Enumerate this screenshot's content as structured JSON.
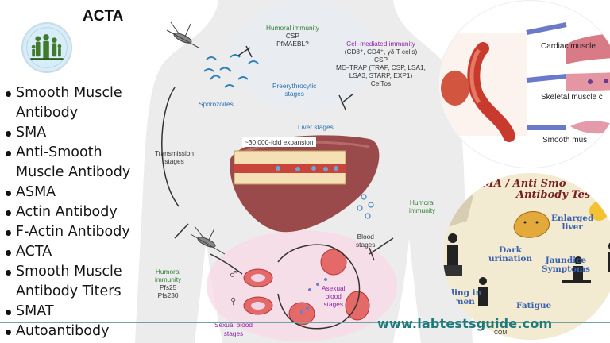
{
  "title": "ACTA",
  "synonyms": [
    "Smooth Muscle Antibody",
    "SMA",
    "Anti-Smooth Muscle Antibody",
    "ASMA",
    "Actin Antibody",
    "F-Actin Antibody",
    "ACTA",
    "Smooth Muscle Antibody Titers",
    "SMAT",
    "Autoantibody"
  ],
  "diagram": {
    "humoral_top": {
      "heading": "Humoral immunity",
      "line1": "CSP",
      "line2": "PfMAEBL?"
    },
    "cell_mediated": {
      "heading": "Cell-mediated immunity",
      "line1": "(CD8⁺, CD4⁺, γδ T cells)",
      "line2": "CSP",
      "line3": "ME–TRAP (TRAP, CSP, LSA1,",
      "line4": "LSA3, STARP, EXP1)",
      "line5": "CelTos"
    },
    "sporozoites": "Sporozoites",
    "preerythrocytic": "Preerythrocytic\nstages",
    "liver_stages": "Liver stages",
    "expansion": "~30,000-fold expansion",
    "transmission": "Transmission\nstages",
    "humoral_right": "Humoral\nimmunity",
    "blood_stages": "Blood\nstages",
    "humoral_bottom": {
      "heading": "Humoral\nimmunity",
      "line1": "Pfs25",
      "line2": "Pfs230"
    },
    "asexual": "Asexual\nblood\nstages",
    "sexual": "Sexual blood\nstages",
    "male_symbol": "♂",
    "female_symbol": "♀"
  },
  "muscle_panel": {
    "cardiac": "Cardiac muscle",
    "skeletal": "Skeletal muscle c",
    "smooth": "Smooth mus"
  },
  "asma_panel": {
    "title_line1": "SMA / Anti Smo",
    "title_line2": "Antibody Tes",
    "enlarged_liver": "Enlarged\nliver",
    "dark_urination": "Dark\nurination",
    "jaundice": "Jaundice\nSymptoms",
    "swelling": "lling in\nmen",
    "fatigue": "Fatigue"
  },
  "footer": {
    "site": "www.labtestsguide.com",
    "small": "COM"
  },
  "colors": {
    "accent": "#1f7a7c",
    "green_text": "#2e7d32",
    "purple_text": "#8e24aa",
    "blue_text": "#2a6fb0"
  }
}
